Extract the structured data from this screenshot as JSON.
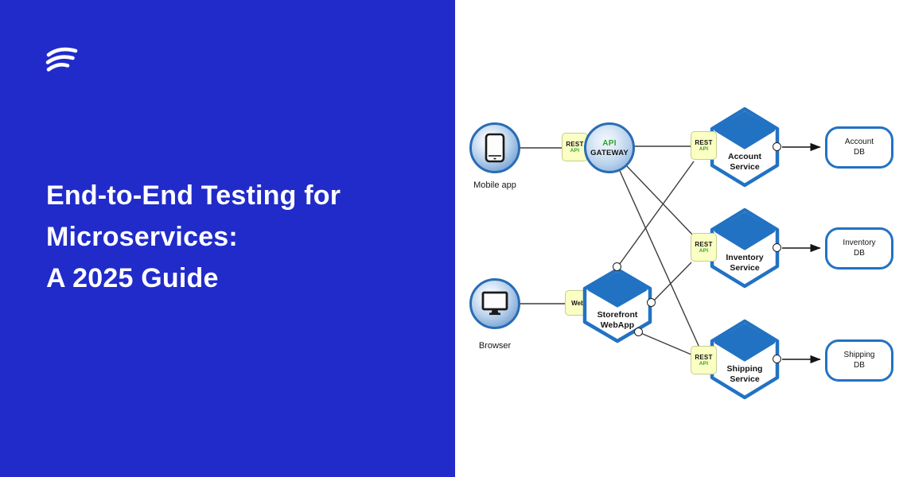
{
  "theme": {
    "panel_blue": "#212BCA",
    "node_blue": "#2272C3",
    "circle_border": "#2A6CB3",
    "note_fill": "#FBFFC3",
    "note_border": "#C5CF8C",
    "api_green": "#2EA12E",
    "wire": "#3C3C3C",
    "arrow_black": "#141414"
  },
  "header": {
    "title_lines": [
      "End-to-End Testing for",
      "Microservices:",
      "A 2025 Guide"
    ],
    "logo_icon": "brand-arcs-icon"
  },
  "diagram": {
    "clients": [
      {
        "label": "Mobile app",
        "icon": "smartphone-icon"
      },
      {
        "label": "Browser",
        "icon": "monitor-icon"
      }
    ],
    "gateway": {
      "rest_line1": "REST",
      "rest_line2": "API",
      "name_line1": "API",
      "name_line2": "GATEWAY"
    },
    "webapp": {
      "connector_label": "Web",
      "name_line1": "Storefront",
      "name_line2": "WebApp"
    },
    "services": [
      {
        "name_line1": "Account",
        "name_line2": "Service",
        "rest_line1": "REST",
        "rest_line2": "API",
        "db_line1": "Account",
        "db_line2": "DB"
      },
      {
        "name_line1": "Inventory",
        "name_line2": "Service",
        "rest_line1": "REST",
        "rest_line2": "API",
        "db_line1": "Inventory",
        "db_line2": "DB"
      },
      {
        "name_line1": "Shipping",
        "name_line2": "Service",
        "rest_line1": "REST",
        "rest_line2": "API",
        "db_line1": "Shipping",
        "db_line2": "DB"
      }
    ]
  }
}
